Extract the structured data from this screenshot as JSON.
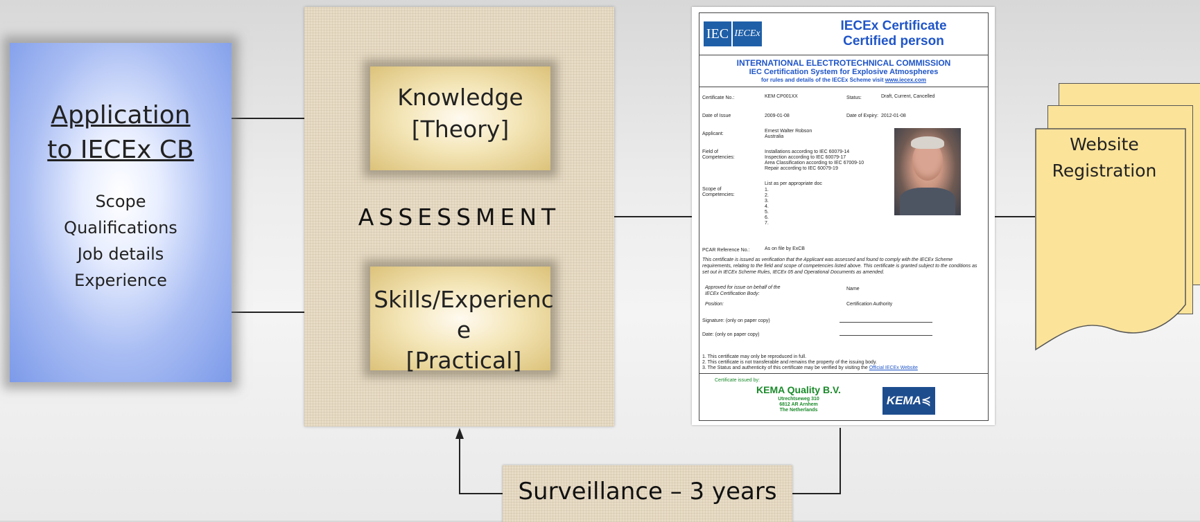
{
  "application": {
    "title_line1": "Application",
    "title_line2": "to IECEx CB",
    "items": [
      "Scope",
      "Qualifications",
      "Job details",
      "Experience"
    ]
  },
  "assessment": {
    "label": "ASSESSMENT",
    "knowledge_line1": "Knowledge",
    "knowledge_line2": "[Theory]",
    "skills_line1": "Skills/Experienc",
    "skills_line2": "e",
    "skills_line3": "[Practical]"
  },
  "certificate": {
    "logo_iec": "IEC",
    "logo_iecex": "IECEx",
    "title_line1": "IECEx Certificate",
    "title_line2": "Certified person",
    "org": "INTERNATIONAL ELECTROTECHNICAL COMMISSION",
    "system": "IEC Certification System for Explosive Atmospheres",
    "rules_prefix": "for rules and details of the IECEx Scheme visit ",
    "rules_link": "www.iecex.com",
    "cert_no_label": "Certificate No.:",
    "cert_no": "KEM CP001XX",
    "status_label": "Status:",
    "status": "Draft, Current, Cancelled",
    "date_issue_label": "Date of Issue",
    "date_issue": "2009-01-08",
    "date_expiry_label": "Date of Expiry:",
    "date_expiry": "2012-01-08",
    "applicant_label": "Applicant:",
    "applicant_name": "Ernest Walter Robson",
    "applicant_country": "Australia",
    "field_label_1": "Field of",
    "field_label_2": "Competencies:",
    "field_items": [
      "Installations according to IEC 60079-14",
      "Inspection according to IEC 60079-17",
      "Area Classification according to IEC 67009-10",
      "Repair according to IEC 60079-19"
    ],
    "scope_label_1": "Scope of",
    "scope_label_2": "Competencies:",
    "scope_head": "List as per appropriate doc",
    "scope_items": [
      "1.",
      "2.",
      "3.",
      "4.",
      "5.",
      "6.",
      "7."
    ],
    "pcar_label": "PCAR Reference No.:",
    "pcar_value": "As on file by ExCB",
    "statement": "This certificate is issued as verification that the Applicant was assessed and found to comply with the IECEx Scheme requirements, relating to the field and scope of competencies listed above. This certificate is granted subject to the conditions as set out in IECEx Scheme Rules, IECEx 05 and Operational Documents as amended.",
    "approved_label": "Approved for issue on behalf of the IECEx Certification Body:",
    "name_label": "Name",
    "position_label": "Position:",
    "position_value": "Certification Authority",
    "signature_label": "Signature: (only on paper copy)",
    "date_label": "Date: (only on paper copy)",
    "note1": "1. This certificate may only be reproduced in full.",
    "note2": "2. This certificate is not transferable and remains the property of the issuing body.",
    "note3_prefix": "3. The Status and authenticity of this certificate may be verified by visiting the ",
    "note3_link": "Official IECEx Website",
    "issued_by": "Certificate issued by:",
    "issuer_name": "KEMA Quality B.V.",
    "issuer_addr1": "Utrechtseweg 310",
    "issuer_addr2": "6812 AR Arnhem",
    "issuer_addr3": "The Netherlands",
    "issuer_logo": "KEMA"
  },
  "website": {
    "line1": "Website",
    "line2": "Registration"
  },
  "surveillance": {
    "label": "Surveillance – 3 years"
  }
}
